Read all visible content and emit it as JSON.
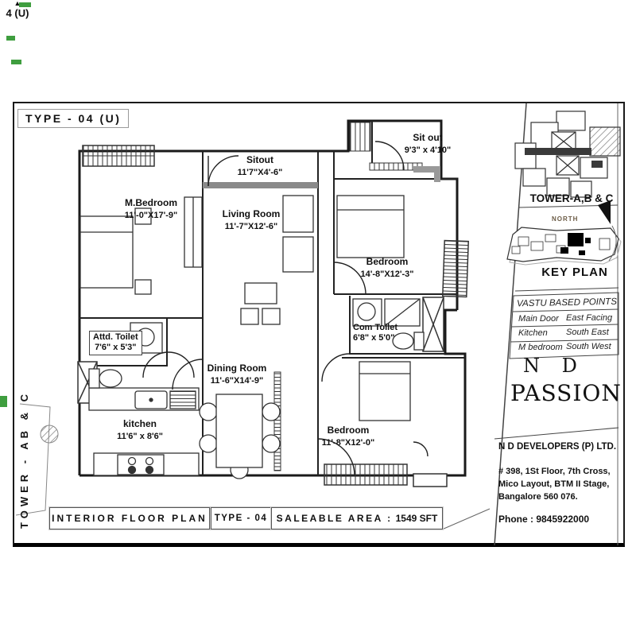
{
  "header": {
    "type_label": "TYPE - 04 (U)"
  },
  "plan": {
    "unit_marker": "4 (U)",
    "unit_arrow": "▲",
    "tower_side_label": "TOWER - AB & C",
    "rooms": {
      "m_bedroom": {
        "name": "M.Bedroom",
        "size": "11'-0\"X17'-9\""
      },
      "sitout_top": {
        "name": "Sitout",
        "size": "11'7\"X4'-6\""
      },
      "sitout_right": {
        "name": "Sit out",
        "size": "9'3\" x 4'10\""
      },
      "living": {
        "name": "Living Room",
        "size": "11'-7\"X12'-6\""
      },
      "bedroom_right": {
        "name": "Bedroom",
        "size": "14'-8\"X12'-3\""
      },
      "attd_toilet": {
        "name": "Attd. Toilet",
        "size": "7'6\" x 5'3\""
      },
      "com_toilet": {
        "name": "Com Toilet",
        "size": "6'8\" x 5'0\""
      },
      "dining": {
        "name": "Dining Room",
        "size": "11'-6\"X14'-9\""
      },
      "kitchen": {
        "name": "kitchen",
        "size": "11'6\" x 8'6\""
      },
      "bedroom_bottom": {
        "name": "Bedroom",
        "size": "11'-8\"X12'-0\""
      }
    }
  },
  "sidebar": {
    "tower_caption": "TOWER-A,B & C",
    "north_label": "NORTH",
    "keyplan_caption": "KEY PLAN",
    "vastu": {
      "title": "VASTU BASED POINTS",
      "rows": [
        {
          "item": "Main Door",
          "value": "East Facing"
        },
        {
          "item": "Kitchen",
          "value": "South East"
        },
        {
          "item": "M bedroom",
          "value": "South West"
        }
      ]
    },
    "brand_line1": "N D",
    "brand_line2": "PASSION",
    "company": "N D DEVELOPERS (P) LTD.",
    "address_lines": [
      "# 398, 1St Floor, 7th Cross,",
      "Mico Layout, BTM II Stage,",
      "Bangalore 560 076."
    ],
    "phone": "Phone : 9845922000"
  },
  "footer": {
    "plan_label": "INTERIOR FLOOR PLAN",
    "type_label": "TYPE - 04",
    "area_label": "SALEABLE AREA :",
    "area_value": "1549 SFT"
  },
  "colors": {
    "accent_green": "#3f9e3f",
    "line": "#1a1a1a",
    "rail_gray": "#8a8a8a"
  }
}
